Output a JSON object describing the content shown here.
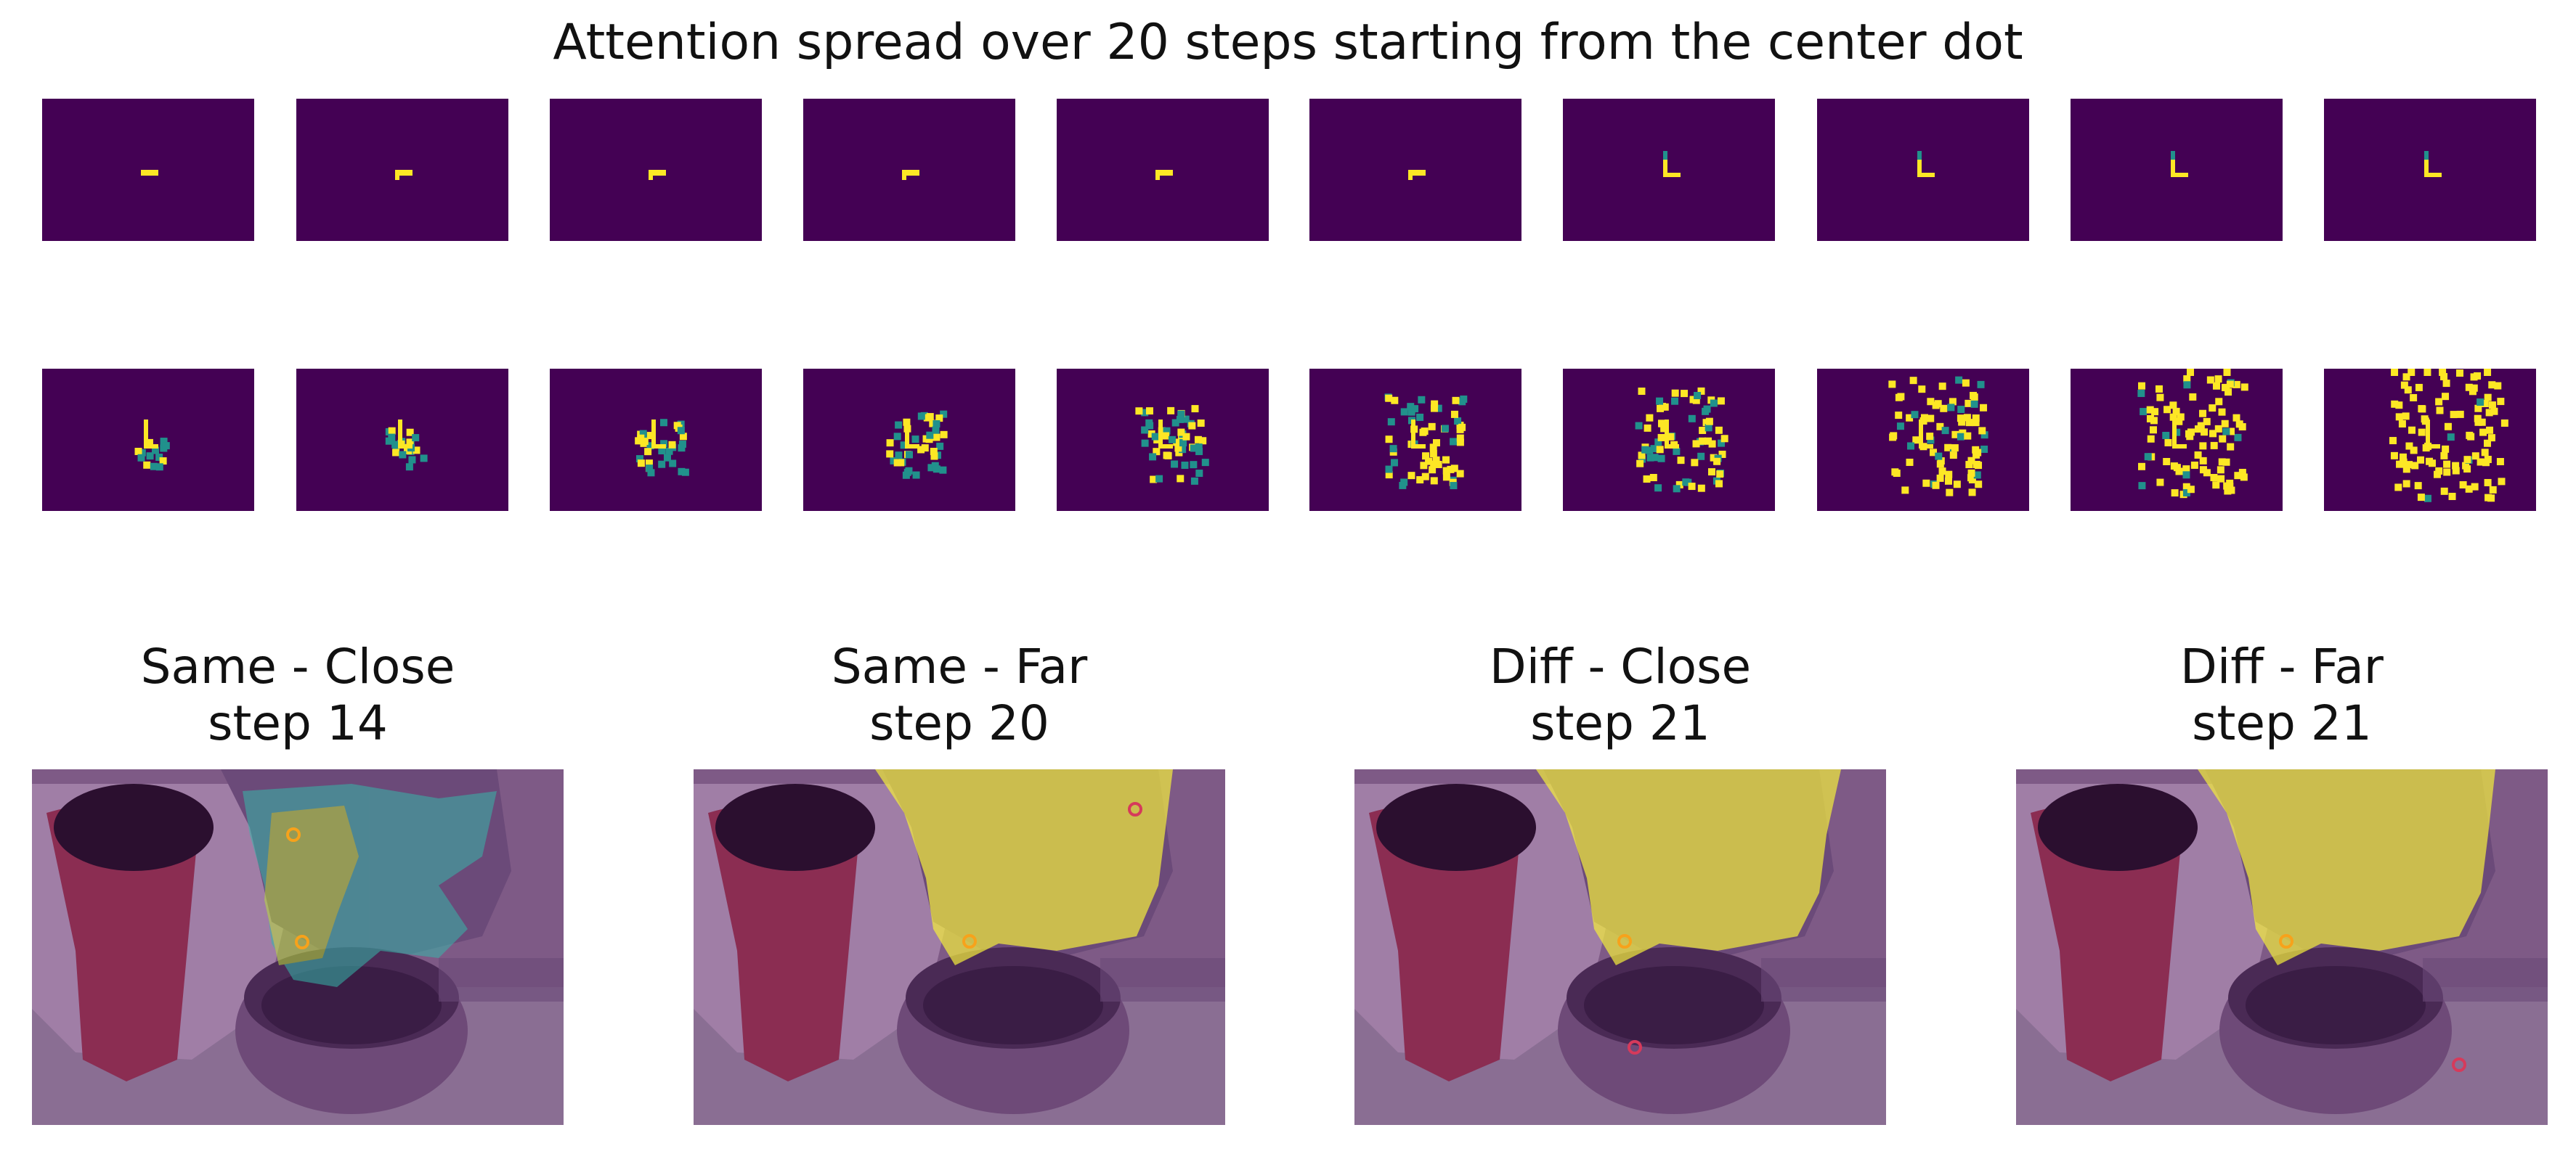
{
  "figure": {
    "title": "Attention spread over 20 steps starting from the center dot"
  },
  "steps_grid": {
    "rows": 2,
    "cols": 10,
    "colormap": "viridis",
    "background_color": "#440154",
    "high_color": "#fde725",
    "mid_color": "#21918c"
  },
  "panels": [
    {
      "title": "Same - Close\n step 14",
      "marker_color": "#f7a21b"
    },
    {
      "title": "Same - Far\n step 20",
      "marker_color": "#f7a21b"
    },
    {
      "title": "Diff - Close\n step 21",
      "marker_color": "#d63a5b"
    },
    {
      "title": "Diff - Far\n step 21",
      "marker_color": "#d63a5b"
    }
  ]
}
